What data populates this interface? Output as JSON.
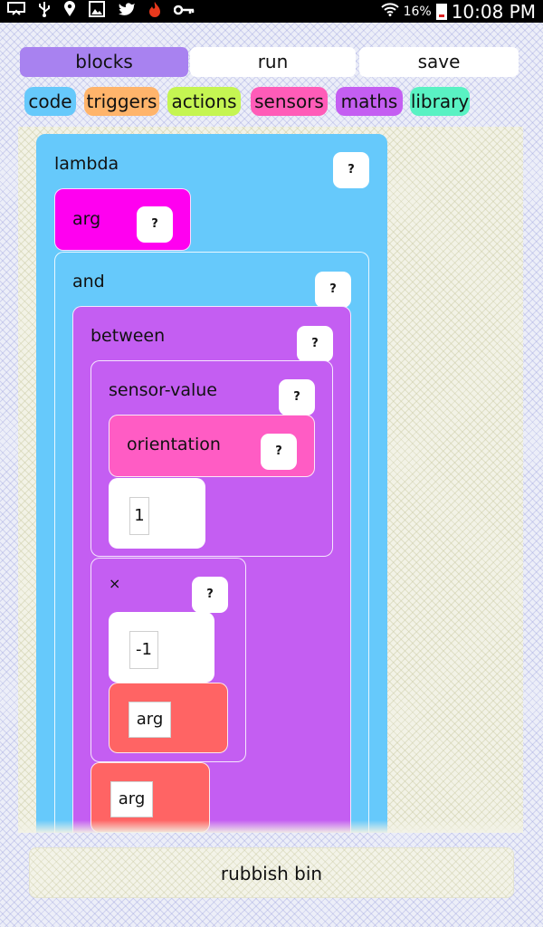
{
  "status_bar": {
    "icons": [
      "screen-cast-icon",
      "usb-icon",
      "location-pin-icon",
      "image-icon",
      "twitter-icon",
      "flame-icon",
      "key-icon",
      "wifi-icon",
      "battery-icon"
    ],
    "battery_percent": "16%",
    "time": "10:08 PM"
  },
  "tabs": [
    {
      "label": "blocks",
      "active": true
    },
    {
      "label": "run",
      "active": false
    },
    {
      "label": "save",
      "active": false
    }
  ],
  "categories": [
    {
      "label": "code",
      "color": "#66c9fb"
    },
    {
      "label": "triggers",
      "color": "#ffb46b"
    },
    {
      "label": "actions",
      "color": "#c5f552"
    },
    {
      "label": "sensors",
      "color": "#ff5cb8"
    },
    {
      "label": "maths",
      "color": "#c45ef2"
    },
    {
      "label": "library",
      "color": "#59f2c3"
    }
  ],
  "help_label": "?",
  "blocks": {
    "lambda": {
      "title": "lambda",
      "color": "#66c9fb"
    },
    "arg_param": {
      "title": "arg",
      "color": "#ff00f0"
    },
    "and": {
      "title": "and",
      "color": "#66c9fb"
    },
    "between": {
      "title": "between",
      "color": "#c45ef2"
    },
    "sensor_value": {
      "title": "sensor-value",
      "color": "#c45ef2"
    },
    "orientation": {
      "title": "orientation",
      "color": "#ff5cc4"
    },
    "sensor_index": {
      "value": "1"
    },
    "times": {
      "title": "×",
      "color": "#c45ef2"
    },
    "minus_one": {
      "value": "-1"
    },
    "arg_ref_1": {
      "value": "arg",
      "color": "#ff6464"
    },
    "arg_ref_2": {
      "value": "arg",
      "color": "#ff6464"
    }
  },
  "rubbish_bin": "rubbish bin"
}
